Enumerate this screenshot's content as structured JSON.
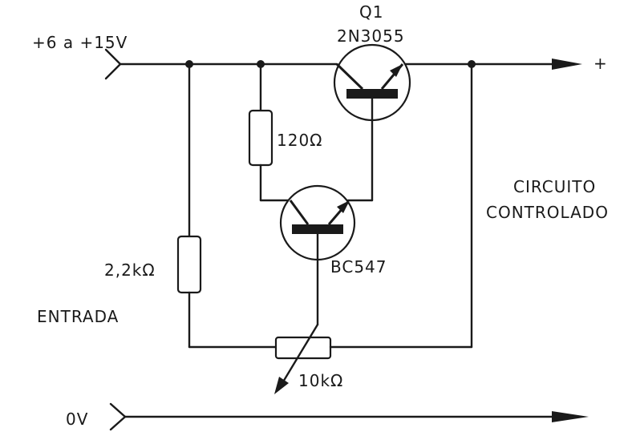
{
  "supply": {
    "label": "+6 a +15V"
  },
  "ground": {
    "label": "0V"
  },
  "output": {
    "label": "+"
  },
  "q1": {
    "ref": "Q1",
    "part": "2N3055"
  },
  "q2": {
    "part": "BC547"
  },
  "r1": {
    "value": "120Ω"
  },
  "r2": {
    "value": "2,2kΩ"
  },
  "pot": {
    "value": "10kΩ"
  },
  "load": {
    "line1": "CIRCUITO",
    "line2": "CONTROLADO"
  },
  "input": {
    "label": "ENTRADA"
  },
  "colors": {
    "ink": "#1a1a1a",
    "paper": "#ffffff"
  }
}
